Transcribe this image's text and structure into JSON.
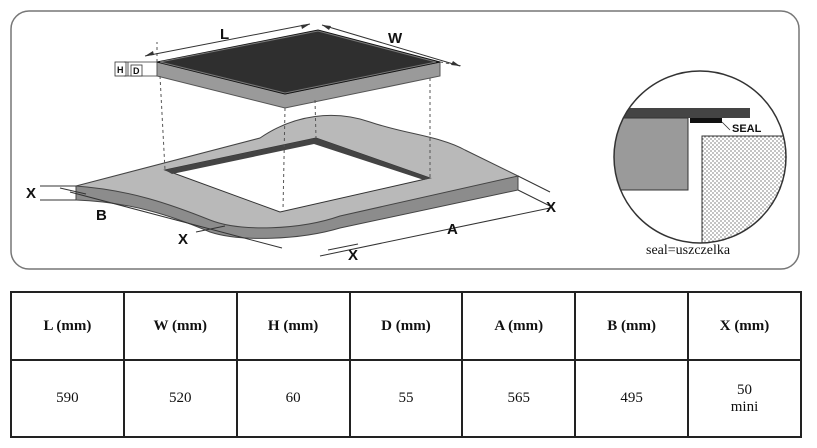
{
  "diagram": {
    "labels": {
      "L": "L",
      "W": "W",
      "H": "H",
      "D": "D",
      "A": "A",
      "B": "B",
      "X_left": "X",
      "X_front_left": "X",
      "X_front_mid": "X",
      "X_right": "X"
    },
    "detail": {
      "seal_label": "SEAL",
      "caption": "seal=uszczelka"
    }
  },
  "table": {
    "headers": [
      "L (mm)",
      "W (mm)",
      "H (mm)",
      "D (mm)",
      "A (mm)",
      "B (mm)",
      "X (mm)"
    ],
    "values": [
      "590",
      "520",
      "60",
      "55",
      "565",
      "495",
      "50"
    ],
    "x_note": "mini"
  }
}
